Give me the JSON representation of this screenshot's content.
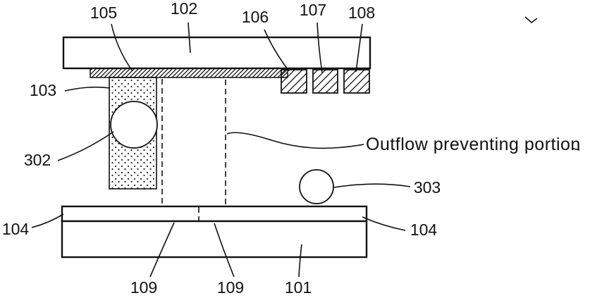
{
  "figure": {
    "type": "patent-cross-section-diagram",
    "colors": {
      "line": "#111111",
      "background": "#ffffff"
    },
    "callouts": {
      "c105": "105",
      "c102": "102",
      "c106": "106",
      "c107": "107",
      "c108": "108",
      "c103": "103",
      "c302": "302",
      "c303": "303",
      "c104_left": "104",
      "c104_right": "104",
      "c109_left": "109",
      "c109_right": "109",
      "c101": "101",
      "outflow_note": "Outflow preventing portion"
    }
  }
}
